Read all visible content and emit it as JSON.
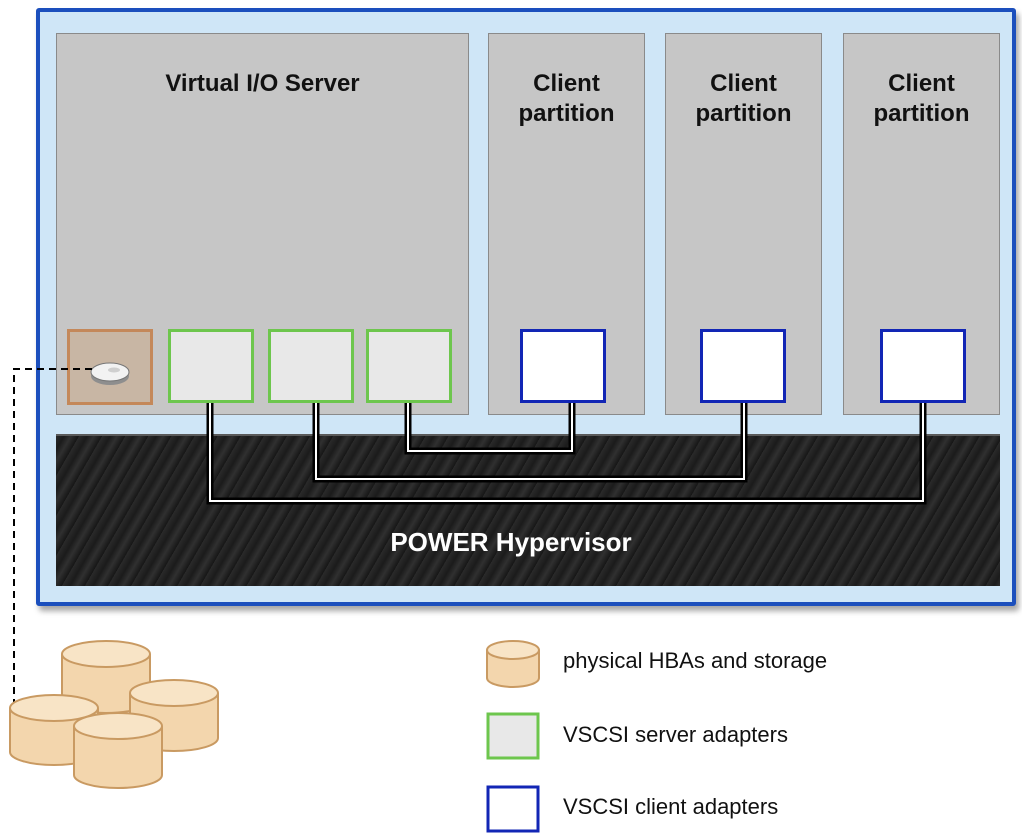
{
  "diagram": {
    "vios": {
      "title": "Virtual I/O Server"
    },
    "clients": [
      {
        "title_line1": "Client",
        "title_line2": "partition"
      },
      {
        "title_line1": "Client",
        "title_line2": "partition"
      },
      {
        "title_line1": "Client",
        "title_line2": "partition"
      }
    ],
    "hypervisor": {
      "label": "POWER Hypervisor"
    }
  },
  "legend": {
    "items": [
      {
        "label": "physical HBAs and storage",
        "icon": "storage-disk-icon"
      },
      {
        "label": "VSCSI server adapters",
        "icon": "server-adapter-swatch"
      },
      {
        "label": "VSCSI client adapters",
        "icon": "client-adapter-swatch"
      }
    ]
  },
  "colors": {
    "frame_border": "#1b4fbd",
    "frame_fill": "#cfe6f7",
    "server_adapter_border": "#6dc64d",
    "client_adapter_border": "#1226b5",
    "hba_border": "#c4885a",
    "storage_fill": "#f3d6ad"
  }
}
